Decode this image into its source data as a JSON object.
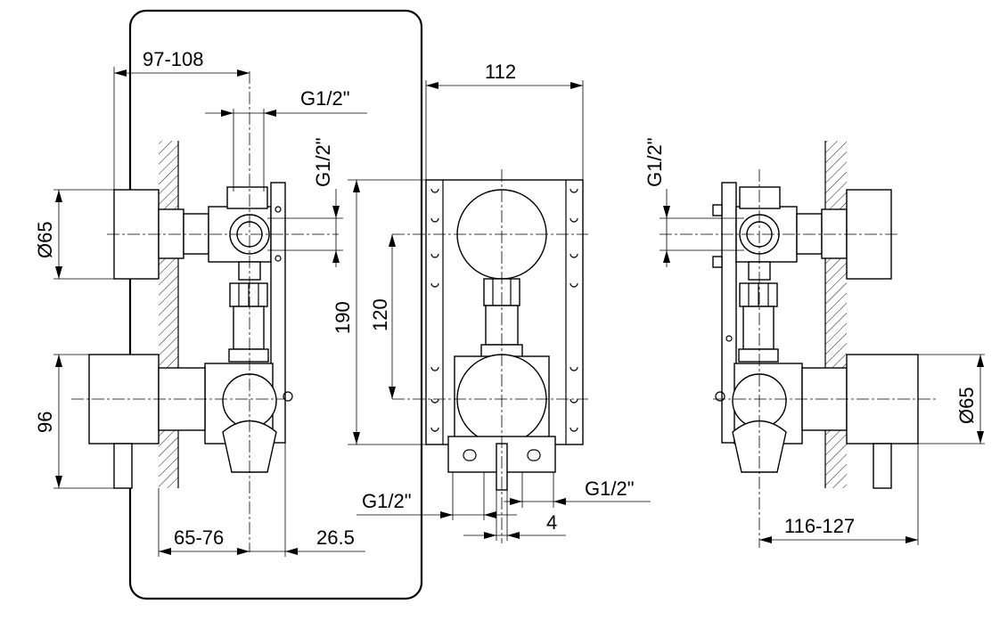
{
  "diagram": {
    "title": "",
    "labels": {
      "dim_97_108": "97-108",
      "dim_g12_top": "G1/2\"",
      "dim_g12_vert_left": "G1/2\"",
      "dim_d65_left": "Ø65",
      "dim_96": "96",
      "dim_65_76": "65-76",
      "dim_26_5": "26.5",
      "dim_112": "112",
      "dim_190": "190",
      "dim_120": "120",
      "dim_g12_bottom_left": "G1/2\"",
      "dim_g12_bottom_right": "G1/2\"",
      "dim_4": "4",
      "dim_g12_vert_right": "G1/2\"",
      "dim_d65_right": "Ø65",
      "dim_116_127": "116-127"
    }
  }
}
